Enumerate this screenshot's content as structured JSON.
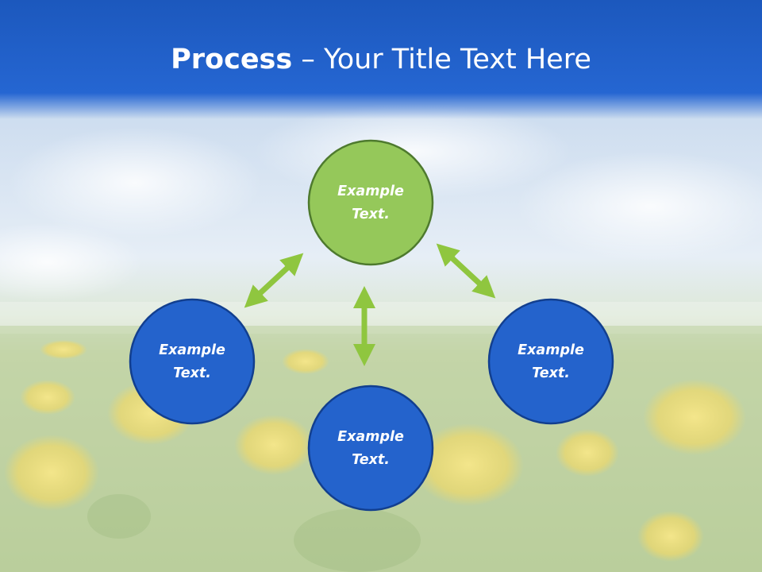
{
  "slide": {
    "title_bold": "Process",
    "title_rest": " – Your Title Text Here"
  },
  "colors": {
    "title_bar": "#1f5fc8",
    "sky": "#dfe9f4",
    "grass": "#c9d8b0",
    "green_node": "#95c85a",
    "green_node_stroke": "#4e7a2e",
    "blue_node": "#2463cc",
    "blue_node_stroke": "#123f8f",
    "arrow": "#8fc63f",
    "dandelion": "#f0df7a"
  },
  "nodes": {
    "top": {
      "line1": "Example",
      "line2": "Text."
    },
    "left": {
      "line1": "Example",
      "line2": "Text."
    },
    "right": {
      "line1": "Example",
      "line2": "Text."
    },
    "bottom": {
      "line1": "Example",
      "line2": "Text."
    }
  }
}
